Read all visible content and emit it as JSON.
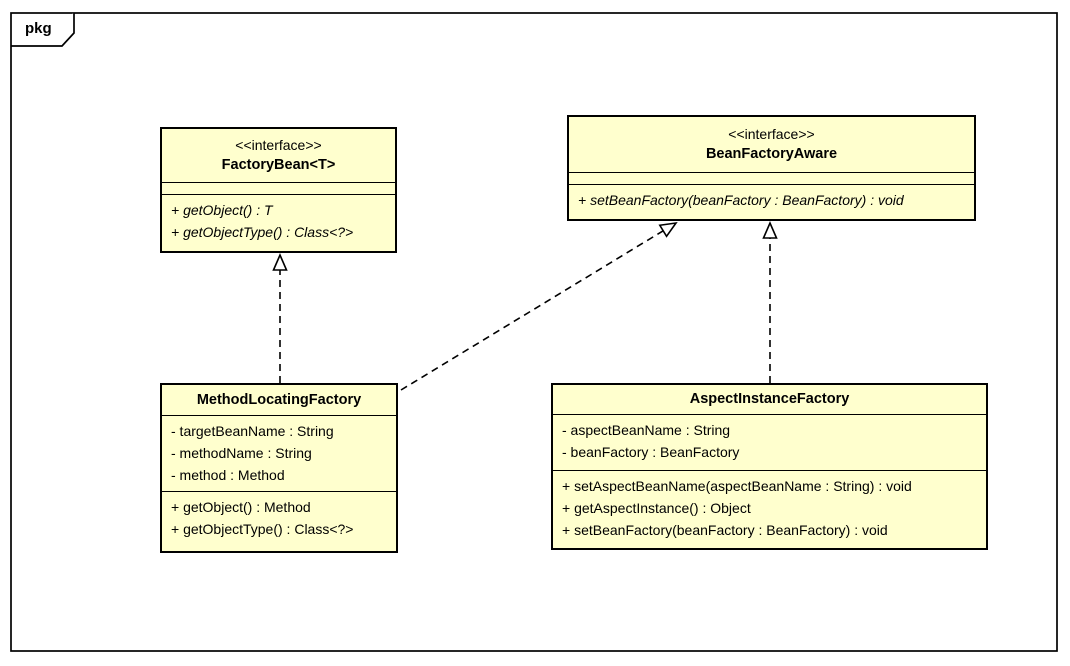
{
  "frame": {
    "tag": "pkg"
  },
  "colors": {
    "box_fill": "#ffffce",
    "box_border": "#000000",
    "background": "#ffffff",
    "line": "#000000"
  },
  "classes": [
    {
      "id": "factory-bean",
      "stereotype": "<<interface>>",
      "name": "FactoryBean<T>",
      "attributes": [],
      "operations": [
        "+ getObject() : T",
        "+ getObjectType() : Class<?>"
      ]
    },
    {
      "id": "bean-factory-aware",
      "stereotype": "<<interface>>",
      "name": "BeanFactoryAware",
      "attributes": [],
      "operations": [
        "+ setBeanFactory(beanFactory : BeanFactory) : void"
      ]
    },
    {
      "id": "method-locating-factory",
      "stereotype": "",
      "name": "MethodLocatingFactory",
      "attributes": [
        "- targetBeanName : String",
        "- methodName : String",
        "- method : Method"
      ],
      "operations": [
        "+ getObject() : Method",
        "+ getObjectType() : Class<?>"
      ]
    },
    {
      "id": "aspect-instance-factory",
      "stereotype": "",
      "name": "AspectInstanceFactory",
      "attributes": [
        "- aspectBeanName : String",
        "- beanFactory : BeanFactory"
      ],
      "operations": [
        "+ setAspectBeanName(aspectBeanName : String) : void",
        "+ getAspectInstance() : Object",
        "+ setBeanFactory(beanFactory : BeanFactory) : void"
      ]
    }
  ],
  "relationships": [
    {
      "from": "MethodLocatingFactory",
      "to": "FactoryBean<T>",
      "type": "realization",
      "line": "dashed",
      "arrowhead": "hollow-triangle"
    },
    {
      "from": "MethodLocatingFactory",
      "to": "BeanFactoryAware",
      "type": "realization",
      "line": "dashed",
      "arrowhead": "hollow-triangle"
    },
    {
      "from": "AspectInstanceFactory",
      "to": "BeanFactoryAware",
      "type": "realization",
      "line": "dashed",
      "arrowhead": "hollow-triangle"
    }
  ]
}
